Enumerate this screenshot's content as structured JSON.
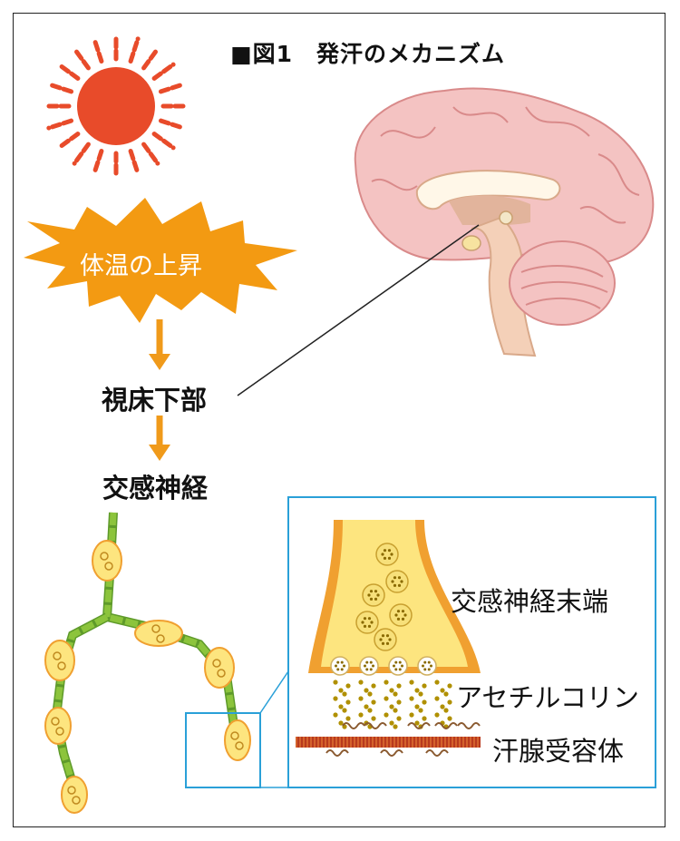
{
  "title": "■図1　発汗のメカニズム",
  "labels": {
    "temperature_rise": "体温の上昇",
    "hypothalamus": "視床下部",
    "sympathetic_nerve": "交感神経",
    "sympathetic_nerve_terminal": "交感神経末端",
    "acetylcholine": "アセチルコリン",
    "sweat_gland_receptor": "汗腺受容体"
  },
  "colors": {
    "sun": "#e84b2a",
    "burst": "#f39a12",
    "arrow": "#f09a1a",
    "zoom_frame": "#2aa0d8",
    "nerve_fill": "#fbe27a",
    "nerve_edge": "#f0a030",
    "axon": "#8cc43c"
  },
  "icons": [
    "sun-icon",
    "brain-icon",
    "neuron-chain-icon",
    "synapse-icon"
  ]
}
